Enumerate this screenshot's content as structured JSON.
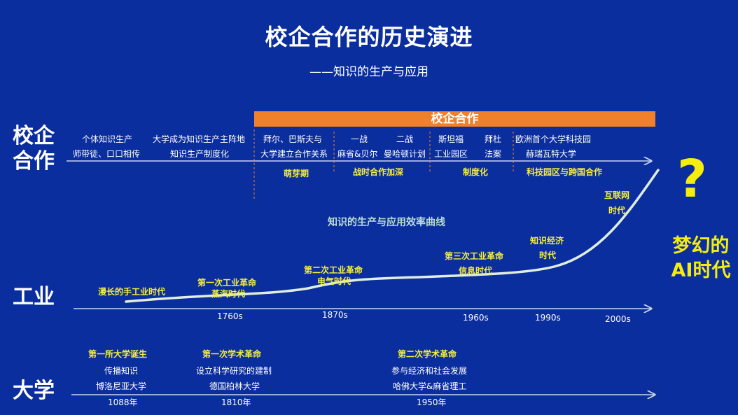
{
  "title": "校企合作的历史演进",
  "subtitle": "——知识的生产与应用",
  "row_labels": {
    "industry_academia": "校企\n合作",
    "industry_1": "校企",
    "industry_2": "合作",
    "industrial": "工业",
    "university": "大学"
  },
  "banner": "校企合作",
  "collab": {
    "top": [
      "个体知识生产",
      "大学成为知识生产主阵地",
      "拜尔、巴斯夫与",
      "一战",
      "二战",
      "斯坦福",
      "拜杜",
      "欧洲首个大学科技园"
    ],
    "bottom": [
      "师带徒、口口相传",
      "知识生产制度化",
      "大学建立合作关系",
      "麻省&贝尔",
      "曼哈顿计划",
      "工业园区",
      "法案",
      "赫瑞瓦特大学"
    ],
    "phases": [
      "萌芽期",
      "战时合作加深",
      "制度化",
      "科技园区与跨国合作"
    ]
  },
  "curve_label": "知识的生产与应用效率曲线",
  "industry": {
    "eras": [
      {
        "line1": "漫长的手工业时代",
        "line2": ""
      },
      {
        "line1": "第一次工业革命",
        "line2": "蒸汽时代"
      },
      {
        "line1": "第二次工业革命",
        "line2": "电气时代"
      },
      {
        "line1": "第三次工业革命",
        "line2": "信息时代"
      },
      {
        "line1": "知识经济",
        "line2": "时代"
      },
      {
        "line1": "互联网",
        "line2": "时代"
      }
    ],
    "years": [
      "1760s",
      "1870s",
      "1960s",
      "1990s",
      "2000s"
    ]
  },
  "future": {
    "question": "?",
    "line1": "梦幻的",
    "line2": "AI时代"
  },
  "university": {
    "events": [
      {
        "title": "第一所大学诞生",
        "desc": "传播知识",
        "inst": "博洛尼亚大学",
        "year": "1088年"
      },
      {
        "title": "第一次学术革命",
        "desc": "设立科学研究的建制",
        "inst": "德国柏林大学",
        "year": "1810年"
      },
      {
        "title": "第二次学术革命",
        "desc": "参与经济和社会发展",
        "inst": "哈佛大学&麻省理工",
        "year": "1950年"
      }
    ]
  },
  "colors": {
    "background": "#0b2e9e",
    "banner": "#f0812a",
    "highlight": "#f5ee3b",
    "curve": "#dfeee0"
  }
}
